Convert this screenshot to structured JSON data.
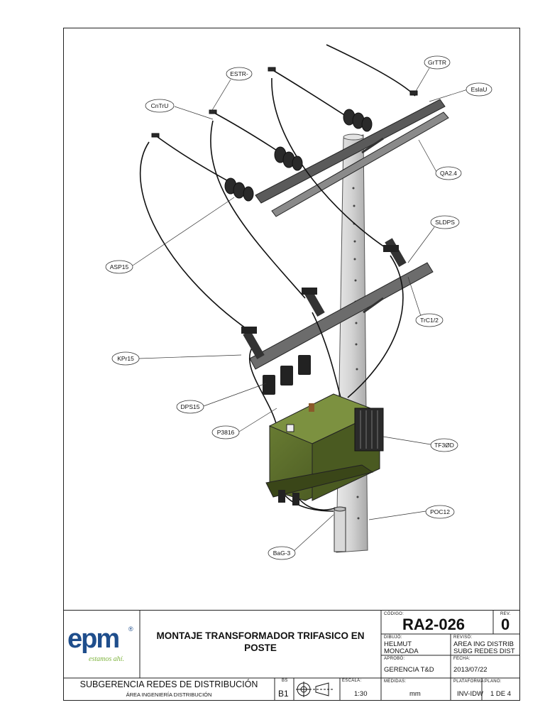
{
  "drawing": {
    "callouts": [
      {
        "id": "estr",
        "label": "ESTR-"
      },
      {
        "id": "grttr",
        "label": "GrTTR"
      },
      {
        "id": "cntru",
        "label": "CnTrU"
      },
      {
        "id": "eslau",
        "label": "EslaU"
      },
      {
        "id": "qa24",
        "label": "QA2.4"
      },
      {
        "id": "sldps",
        "label": "SLDPS"
      },
      {
        "id": "asp15",
        "label": "ASP15"
      },
      {
        "id": "trc12",
        "label": "TrC1/2"
      },
      {
        "id": "kpr15",
        "label": "KPr15"
      },
      {
        "id": "dps15",
        "label": "DPS15"
      },
      {
        "id": "p3816",
        "label": "P3816"
      },
      {
        "id": "tf3od",
        "label": "TF3ØD"
      },
      {
        "id": "poc12",
        "label": "POC12"
      },
      {
        "id": "bag3",
        "label": "BaG-3"
      }
    ]
  },
  "title_block": {
    "logo_text": "epm",
    "logo_registered": "®",
    "logo_tagline": "estamos ahí.",
    "title_line1": "MONTAJE TRANSFORMADOR TRIFASICO EN",
    "title_line2": "POSTE",
    "dept_line1": "SUBGERENCIA REDES DE DISTRIBUCIÓN",
    "dept_line2": "ÁREA INGENIERÍA DISTRIBUCIÓN",
    "size_label": "BS",
    "size_value": "B1",
    "scale_label": "ESCALA:",
    "scale_value": "1:30",
    "code_label": "CÓDIGO:",
    "code_value": "RA2-026",
    "rev_label": "REV.",
    "rev_value": "0",
    "drawn_label": "DIBUJÓ:",
    "drawn_value_1": "HELMUT",
    "drawn_value_2": "MONCADA",
    "reviewed_label": "REVISÓ:",
    "reviewed_value_1": "AREA ING DISTRIB",
    "reviewed_value_2": "SUBG REDES DIST",
    "approved_label": "APROBÓ:",
    "approved_value": "GERENCIA T&D",
    "date_label": "FECHA:",
    "date_value": "2013/07/22",
    "units_label": "MEDIDAS:",
    "units_value": "mm",
    "platform_label": "PLATAFORMA:",
    "platform_value": "INV-IDW",
    "sheet_label": "PLANO:",
    "sheet_value": "1 DE 4"
  },
  "colors": {
    "logo_blue": "#1f4e8c",
    "logo_green": "#7db33c",
    "transformer_green": "#5b6e2c",
    "pole_gray": "#cfcfcf"
  }
}
